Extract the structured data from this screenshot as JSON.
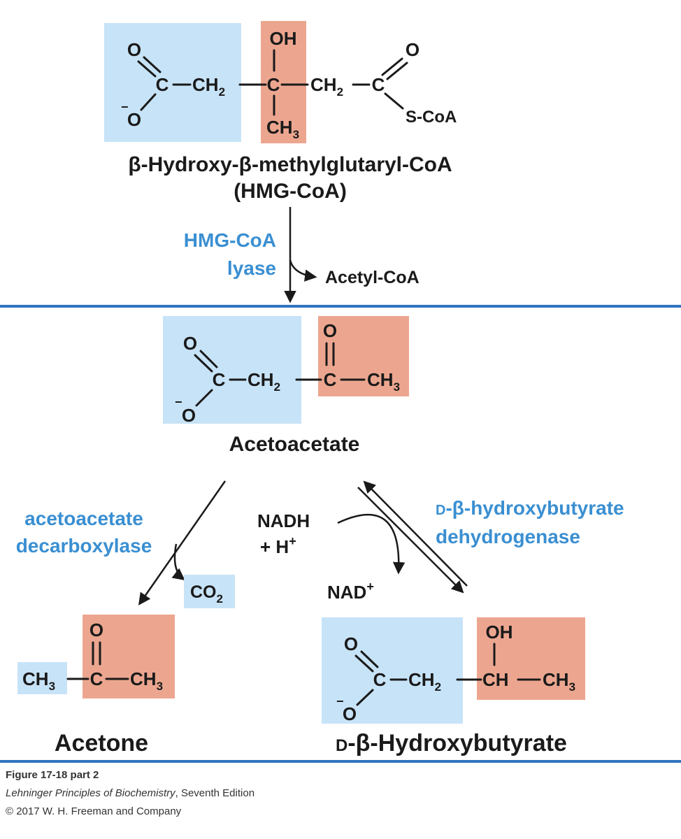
{
  "hmg": {
    "atoms": {
      "o_top": "O",
      "c1": "C",
      "ch2a": "CH",
      "ch2a_sub": "2",
      "o_minus": "O",
      "minus": "−",
      "oh": "OH",
      "c2": "C",
      "ch3": "CH",
      "ch3_sub": "3",
      "ch2b": "CH",
      "ch2b_sub": "2",
      "c3": "C",
      "o_right": "O",
      "scoa": "S-CoA"
    },
    "name": "β-Hydroxy-β-methylglutaryl-CoA",
    "abbrev": "(HMG-CoA)"
  },
  "lyase": {
    "enzyme_line1": "HMG-CoA",
    "enzyme_line2": "lyase",
    "product": "Acetyl-CoA"
  },
  "acetoacetate": {
    "atoms": {
      "o_top": "O",
      "c1": "C",
      "ch2": "CH",
      "ch2_sub": "2",
      "o_minus": "O",
      "minus": "−",
      "o_keto": "O",
      "c2": "C",
      "ch3": "CH",
      "ch3_sub": "3"
    },
    "name": "Acetoacetate"
  },
  "decarboxylase": {
    "line1": "acetoacetate",
    "line2": "decarboxylase",
    "co2": "CO",
    "co2_sub": "2"
  },
  "dehydrogenase": {
    "line1_prefix": "D",
    "line1_rest": "-β-hydroxybutyrate",
    "line2": "dehydrogenase",
    "nadh": "NADH",
    "h_plus": "+ H",
    "h_sup": "+",
    "nad": "NAD",
    "nad_sup": "+"
  },
  "acetone": {
    "atoms": {
      "ch3_left": "CH",
      "ch3_left_sub": "3",
      "o": "O",
      "c": "C",
      "ch3_right": "CH",
      "ch3_right_sub": "3"
    },
    "name": "Acetone"
  },
  "hydroxybutyrate": {
    "atoms": {
      "o_top": "O",
      "c1": "C",
      "ch2": "CH",
      "ch2_sub": "2",
      "o_minus": "O",
      "minus": "−",
      "oh": "OH",
      "ch": "CH",
      "ch3": "CH",
      "ch3_sub": "3"
    },
    "name_prefix": "D",
    "name_rest": "-β-Hydroxybutyrate"
  },
  "footer": {
    "figure": "Figure 17-18 part 2",
    "book": "Lehninger Principles of Biochemistry",
    "edition": ", Seventh Edition",
    "copyright": "© 2017 W. H. Freeman and Company"
  },
  "colors": {
    "blue_box": "#c7e3f7",
    "salmon_box": "#eca68f",
    "enzyme_text": "#3a8fd2",
    "divider": "#2f74c0"
  }
}
